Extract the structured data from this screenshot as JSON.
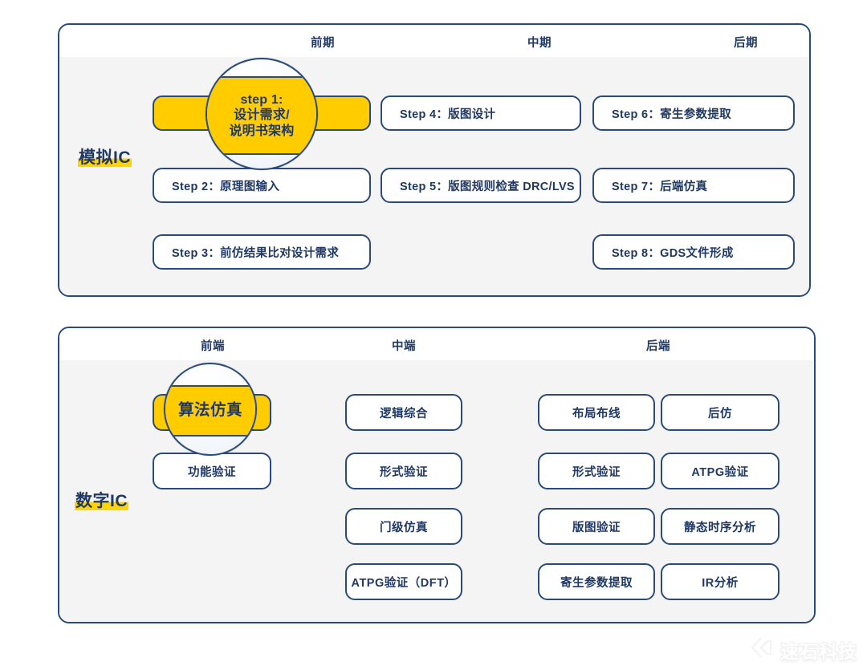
{
  "colors": {
    "border_navy": "#2a4a7a",
    "text_navy": "#1f3864",
    "highlight_yellow": "#ffcc00",
    "panel_body_gray": "#f4f4f4",
    "page_background": "#ffffff"
  },
  "analog": {
    "label": "模拟IC",
    "columns": [
      "前期",
      "中期",
      "后期"
    ],
    "boxes": {
      "step1_lens": {
        "line1": "step 1:",
        "line2": "设计需求/",
        "line3": "说明书架构"
      },
      "step2": "Step 2：原理图输入",
      "step3": "Step 3：前仿结果比对设计需求",
      "step4": "Step 4：版图设计",
      "step5": "Step 5：版图规则检查 DRC/LVS",
      "step6": "Step 6：寄生参数提取",
      "step7": "Step 7：后端仿真",
      "step8": "Step 8：GDS文件形成"
    }
  },
  "digital": {
    "label": "数字IC",
    "columns": [
      "前端",
      "中端",
      "后端"
    ],
    "front": {
      "algo_lens": "算法仿真",
      "item2": "功能验证"
    },
    "mid": [
      "逻辑综合",
      "形式验证",
      "门级仿真",
      "ATPG验证（DFT）"
    ],
    "back_col1": [
      "布局布线",
      "形式验证",
      "版图验证",
      "寄生参数提取"
    ],
    "back_col2": [
      "后仿",
      "ATPG验证",
      "静态时序分析",
      "IR分析"
    ]
  },
  "watermark": {
    "text": "速石科技",
    "icon": "diamond-chevron-logo"
  }
}
